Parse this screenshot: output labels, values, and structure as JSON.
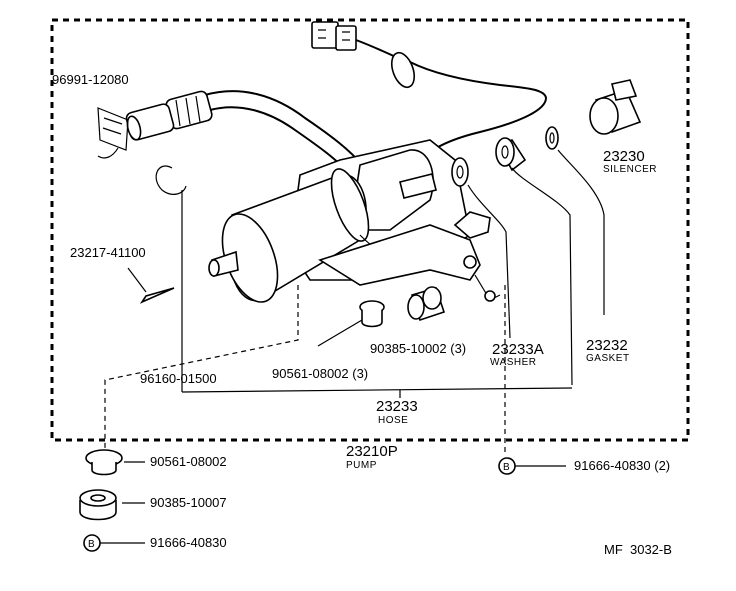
{
  "labels": {
    "clip": "96991-12080",
    "pin": "23217-41100",
    "ring": "96160-01500",
    "collar_bushing": "90561-08002 (3)",
    "grommet": "90385-10002 (3)",
    "washer_num": "23233A",
    "washer_name": "WASHER",
    "gasket_num": "23232",
    "gasket_name": "GASKET",
    "silencer_num": "23230",
    "silencer_name": "SILENCER",
    "hose_num": "23233",
    "hose_name": "HOSE",
    "pump_num": "23210P",
    "pump_name": "PUMP",
    "bolt_right": "91666-40830 (2)",
    "bottom_collar": "90561-08002",
    "bottom_grommet": "90385-10007",
    "bottom_bolt": "91666-40830",
    "bolt_symbol": "B",
    "figure_code": "MF  3032-B"
  }
}
